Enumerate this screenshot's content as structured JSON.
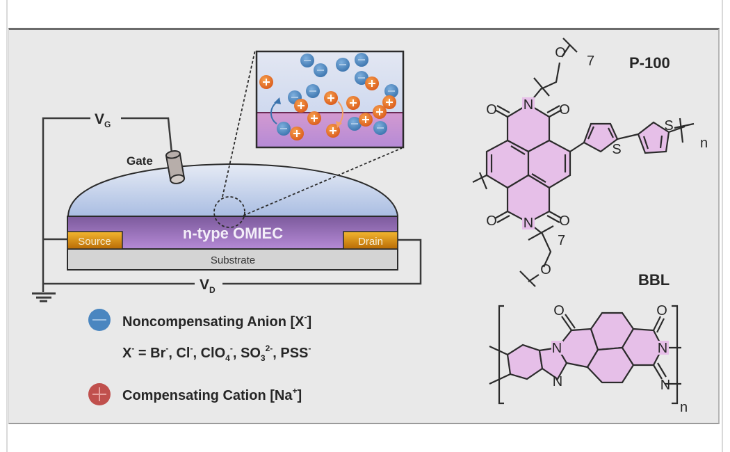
{
  "figure": {
    "device": {
      "gate_voltage_label": "V",
      "gate_voltage_sub": "G",
      "drain_voltage_label": "V",
      "drain_voltage_sub": "D",
      "gate_label": "Gate",
      "channel_label": "n-type OMIEC",
      "source_label": "Source",
      "drain_label": "Drain",
      "substrate_label": "Substrate"
    },
    "legend": {
      "anion_label": "Noncompensating Anion [X",
      "anion_sup": "-",
      "anion_close": "]",
      "species_line": {
        "prefix": "X",
        "prefix_sup": "-",
        "eq": " = Br",
        "br_sup": "-",
        "cl": ", Cl",
        "cl_sup": "-",
        "clo": ", ClO",
        "clo_sub": "4",
        "clo_sup": "-",
        "so": ", SO",
        "so_sub": "3",
        "so_sup": "2-",
        "pss": ", PSS",
        "pss_sup": "-"
      },
      "cation_label": "Compensating Cation [Na",
      "cation_sup": "+",
      "cation_close": "]"
    },
    "polymers": {
      "p100": {
        "name": "P-100",
        "repeat": "n",
        "chain_repeat": "7",
        "atoms": {
          "oxygen": "O",
          "nitrogen": "N",
          "sulfur": "S"
        }
      },
      "bbl": {
        "name": "BBL",
        "repeat": "n",
        "atoms": {
          "oxygen": "O",
          "nitrogen": "N"
        }
      }
    },
    "colors": {
      "anion": "#4a86c0",
      "cation": "#ec7a2a",
      "legend_cation": "#c0504d",
      "channel": "#9b6bbf",
      "electrolyte": "#b9c9e6",
      "contact": "#d68a12",
      "substrate": "#d4d4d4",
      "molecule_fill": "#e6bfe8"
    }
  }
}
